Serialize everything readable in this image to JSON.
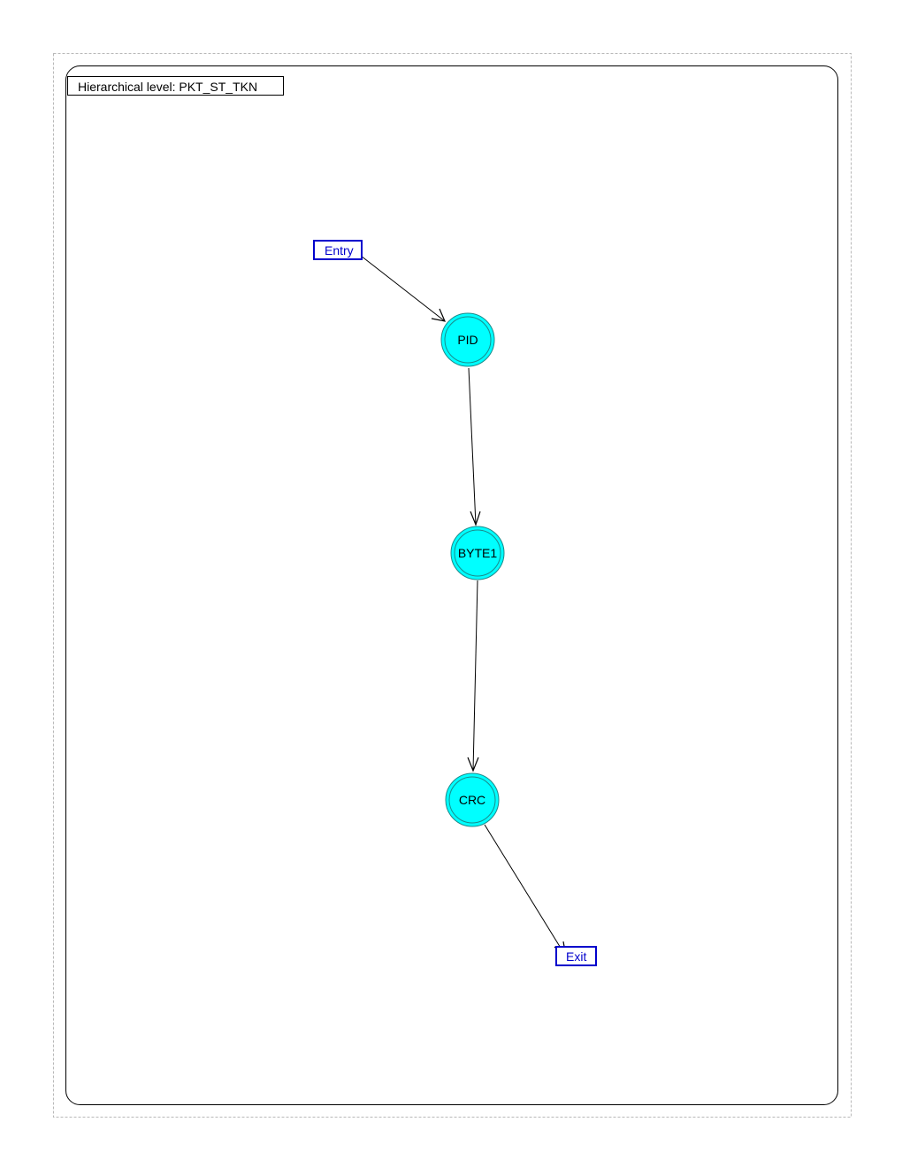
{
  "diagram": {
    "level_label": "Hierarchical level: PKT_ST_TKN",
    "colors": {
      "state_fill": "#00ffff",
      "state_stroke": "#1a8a8a",
      "port_border": "#0000cc",
      "port_text": "#0000cc",
      "edge": "#000000"
    },
    "entry": {
      "label": "Entry"
    },
    "exit": {
      "label": "Exit"
    },
    "states": [
      {
        "id": "PID",
        "label": "PID"
      },
      {
        "id": "BYTE1",
        "label": "BYTE1"
      },
      {
        "id": "CRC",
        "label": "CRC"
      }
    ],
    "transitions": [
      {
        "from": "Entry",
        "to": "PID"
      },
      {
        "from": "PID",
        "to": "BYTE1"
      },
      {
        "from": "BYTE1",
        "to": "CRC"
      },
      {
        "from": "CRC",
        "to": "Exit"
      }
    ]
  }
}
